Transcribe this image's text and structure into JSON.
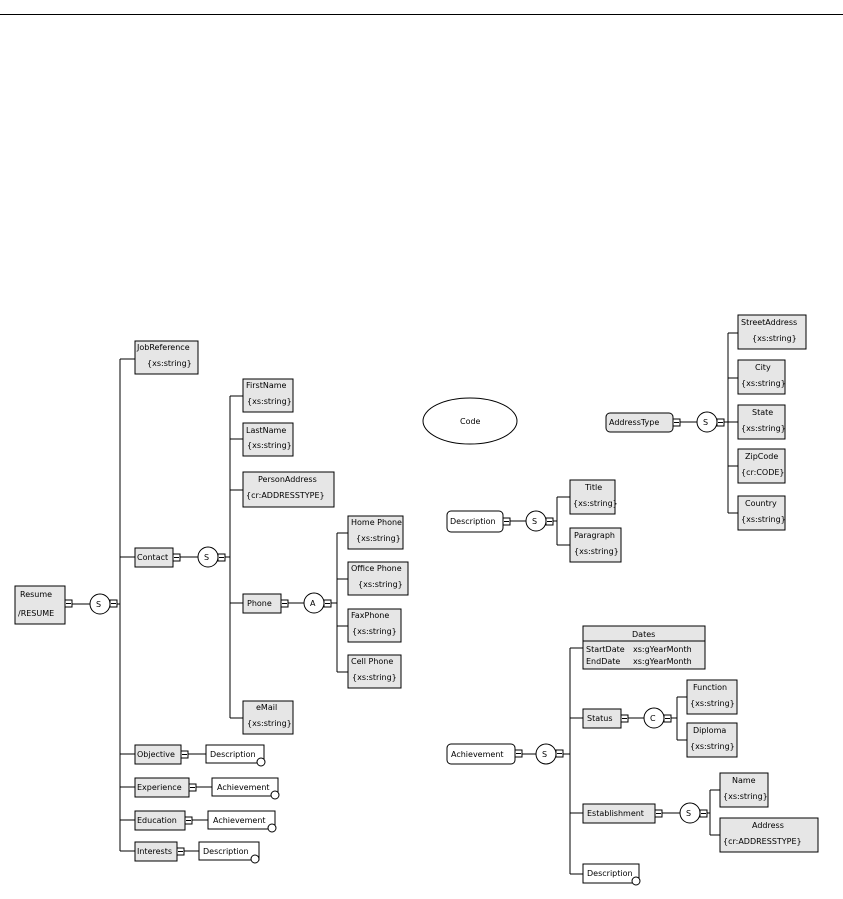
{
  "labels": {
    "resume": "Resume",
    "resume_type": "/RESUME",
    "job_reference": "JobReference",
    "xs_string": "{xs:string}",
    "contact": "Contact",
    "first_name": "FirstName",
    "last_name": "LastName",
    "person_address": "PersonAddress",
    "addresstype_ref": "{cr:ADDRESSTYPE}",
    "phone": "Phone",
    "home_phone": "Home Phone",
    "office_phone": "Office Phone",
    "fax_phone": "FaxPhone",
    "cell_phone": "Cell Phone",
    "email": "eMail",
    "objective": "Objective",
    "description": "Description",
    "experience": "Experience",
    "achievement": "Achievement",
    "education": "Education",
    "interests": "Interests",
    "code": "Code",
    "address_type": "AddressType",
    "street_address": "StreetAddress",
    "city": "City",
    "state": "State",
    "zip_code": "ZipCode",
    "cr_code": "{cr:CODE}",
    "country": "Country",
    "title": "Title",
    "paragraph": "Paragraph",
    "dates": "Dates",
    "start_date": "StartDate",
    "end_date": "EndDate",
    "xs_year_month": "xs:gYearMonth",
    "status": "Status",
    "function": "Function",
    "diploma": "Diploma",
    "establishment": "Establishment",
    "name": "Name",
    "address": "Address",
    "seq": "S",
    "all": "A",
    "choice": "C"
  }
}
